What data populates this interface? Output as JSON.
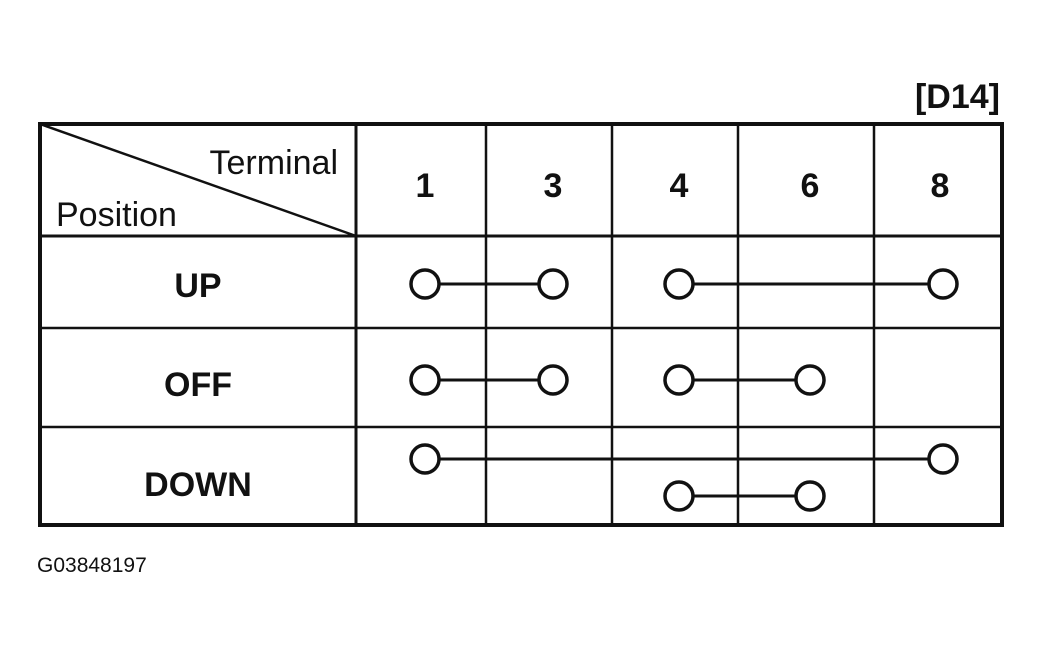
{
  "connector_label": "[D14]",
  "corner_header": {
    "top": "Terminal",
    "bottom": "Position"
  },
  "terminals": [
    "1",
    "3",
    "4",
    "6",
    "8"
  ],
  "positions": [
    {
      "label": "UP",
      "connections": [
        [
          "1",
          "3"
        ],
        [
          "4",
          "8"
        ]
      ]
    },
    {
      "label": "OFF",
      "connections": [
        [
          "1",
          "3"
        ],
        [
          "4",
          "6"
        ]
      ]
    },
    {
      "label": "DOWN",
      "connections": [
        [
          "1",
          "8"
        ],
        [
          "4",
          "6"
        ]
      ]
    }
  ],
  "figure_code": "G03848197"
}
